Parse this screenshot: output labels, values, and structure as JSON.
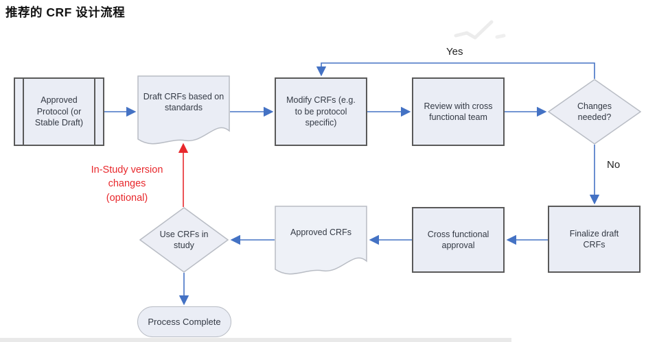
{
  "title": "推荐的 CRF 设计流程",
  "colors": {
    "arrow_blue": "#4472c4",
    "annotation_red": "#e8282c",
    "node_fill": "#eaedf5",
    "node_border_dark": "#595959",
    "node_border_light": "#b8bcc4"
  },
  "icons": {
    "watermark": "check-mark-watermark"
  },
  "nodes": {
    "approved_protocol": {
      "label": "Approved Protocol (or Stable Draft)",
      "shape": "predefined-process"
    },
    "draft_crfs": {
      "label": "Draft CRFs based on standards",
      "shape": "document"
    },
    "modify_crfs": {
      "label": "Modify CRFs (e.g. to be protocol specific)",
      "shape": "process"
    },
    "review_team": {
      "label": "Review with cross functional team",
      "shape": "process"
    },
    "changes_needed": {
      "label": "Changes needed?",
      "shape": "decision"
    },
    "finalize_crfs": {
      "label": "Finalize draft CRFs",
      "shape": "process"
    },
    "cross_approval": {
      "label": "Cross functional approval",
      "shape": "process"
    },
    "approved_crfs": {
      "label": "Approved CRFs",
      "shape": "document"
    },
    "use_crfs": {
      "label": "Use CRFs in study",
      "shape": "decision"
    },
    "process_complete": {
      "label": "Process Complete",
      "shape": "terminator"
    }
  },
  "edge_labels": {
    "yes": "Yes",
    "no": "No"
  },
  "annotation": {
    "line1": "In-Study version",
    "line2": "changes",
    "line3": "(optional)"
  }
}
